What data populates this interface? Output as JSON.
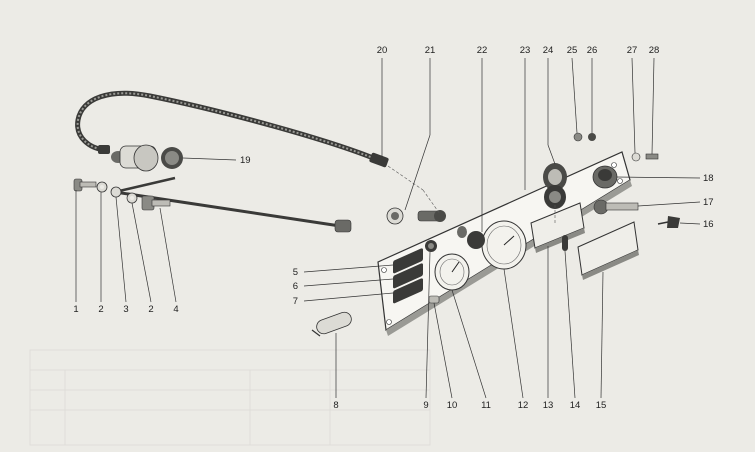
{
  "diagram": {
    "labels": [
      "1",
      "2",
      "3",
      "2",
      "4",
      "5",
      "6",
      "7",
      "8",
      "9",
      "10",
      "11",
      "12",
      "13",
      "14",
      "15",
      "16",
      "17",
      "18",
      "19",
      "20",
      "21",
      "22",
      "23",
      "24",
      "25",
      "26",
      "27",
      "28"
    ],
    "table_ghost_text": "",
    "colors": {
      "background": "#ecebe6",
      "ink": "#222222",
      "panel": "#f7f6f2",
      "shade": "#8a8a85",
      "dark": "#3a3a38"
    }
  }
}
